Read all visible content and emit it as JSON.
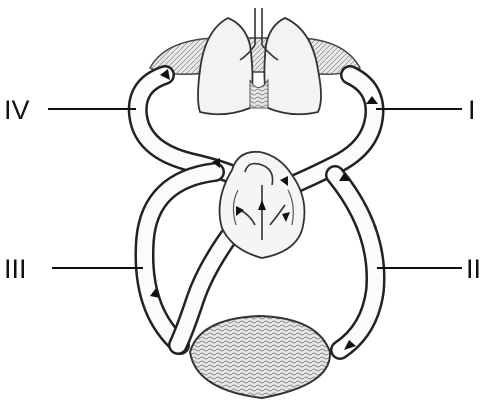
{
  "labels": {
    "i": "I",
    "ii": "II",
    "iii": "III",
    "iv": "IV"
  },
  "colors": {
    "ink": "#111111",
    "background": "#ffffff",
    "organ_fill": "#f2f2f2",
    "tissue_fill": "#dcdcdc"
  }
}
